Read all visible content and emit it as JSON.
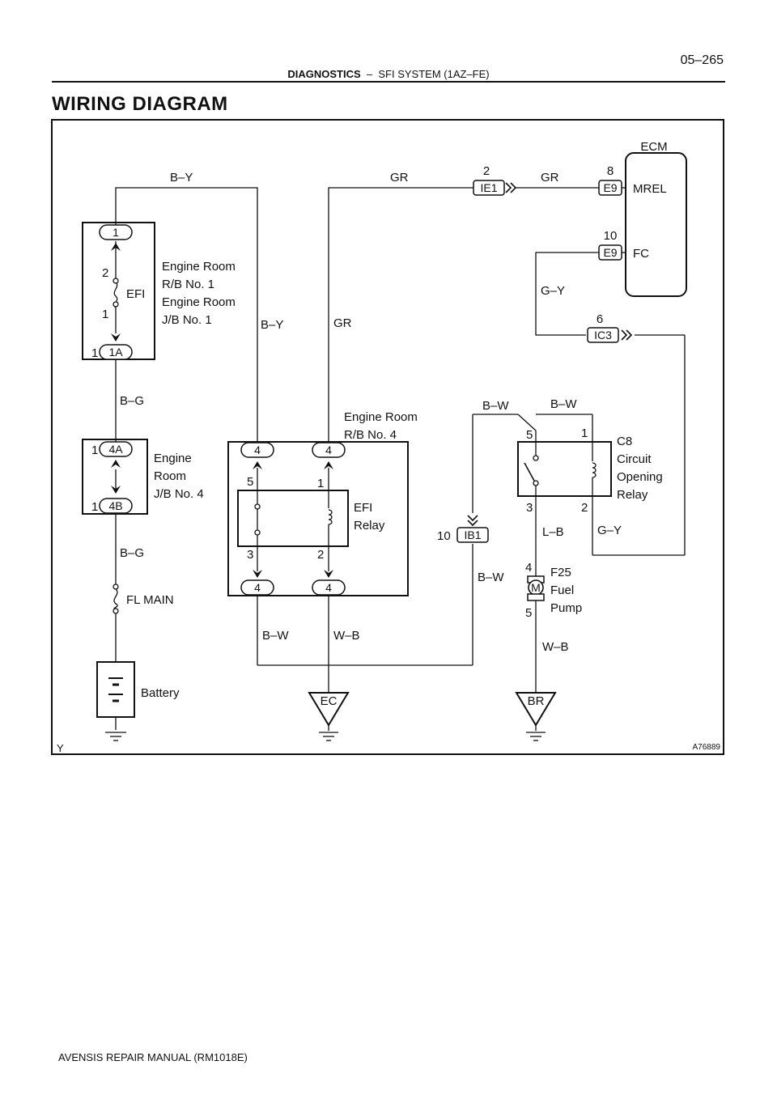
{
  "header": {
    "section": "DIAGNOSTICS",
    "separator": "–",
    "subsection": "SFI SYSTEM (1AZ–FE)",
    "page_number": "05–265"
  },
  "title": "WIRING DIAGRAM",
  "footer": "AVENSIS REPAIR MANUAL   (RM1018E)",
  "diagram": {
    "corner_left": "Y",
    "figure_id": "A76889",
    "wires": {
      "by_top": "B–Y",
      "by_mid": "B–Y",
      "gr_top": "GR",
      "gr_mid": "GR",
      "gr_ecm": "GR",
      "bg_upper": "B–G",
      "bg_lower": "B–G",
      "gy_upper": "G–Y",
      "gy_right": "G–Y",
      "bw_top1": "B–W",
      "bw_top2": "B–W",
      "bw_ib1": "B–W",
      "bw_bottom": "B–W",
      "wb_relay": "W–B",
      "wb_pump": "W–B",
      "lb": "L–B"
    },
    "ecm": {
      "name": "ECM",
      "mrel": "MREL",
      "fc": "FC",
      "mrel_pin": "8",
      "fc_pin": "10"
    },
    "connectors": {
      "e9": "E9",
      "ie1": "IE1",
      "ie1_pin": "2",
      "ic3": "IC3",
      "ic3_pin": "6",
      "ib1": "IB1",
      "ib1_pin": "10",
      "c1": "1",
      "c1a": "1A",
      "c1a_pin": "1",
      "c4a": "4A",
      "c4a_pin": "1",
      "c4b": "4B",
      "c4b_pin": "1",
      "relay_conn": "4"
    },
    "rb1": {
      "line1": "Engine Room",
      "line2": "R/B No. 1",
      "line3": "Engine Room",
      "line4": "J/B No. 1",
      "fuse": "EFI",
      "pin_top": "2",
      "pin_bottom": "1"
    },
    "jb4": {
      "line1": "Engine",
      "line2": "Room",
      "line3": "J/B No. 4"
    },
    "rb4": {
      "line1": "Engine Room",
      "line2": "R/B No. 4"
    },
    "efi_relay": {
      "line1": "EFI",
      "line2": "Relay",
      "p5": "5",
      "p1": "1",
      "p3": "3",
      "p2": "2"
    },
    "c8": {
      "line1": "C8",
      "line2": "Circuit",
      "line3": "Opening",
      "line4": "Relay",
      "p5": "5",
      "p1": "1",
      "p3": "3",
      "p2": "2"
    },
    "pump": {
      "line1": "F25",
      "line2": "Fuel",
      "line3": "Pump",
      "motor": "M",
      "p4": "4",
      "p5": "5"
    },
    "fl_main": "FL MAIN",
    "battery": "Battery",
    "ground_ec": "EC",
    "ground_br": "BR"
  }
}
